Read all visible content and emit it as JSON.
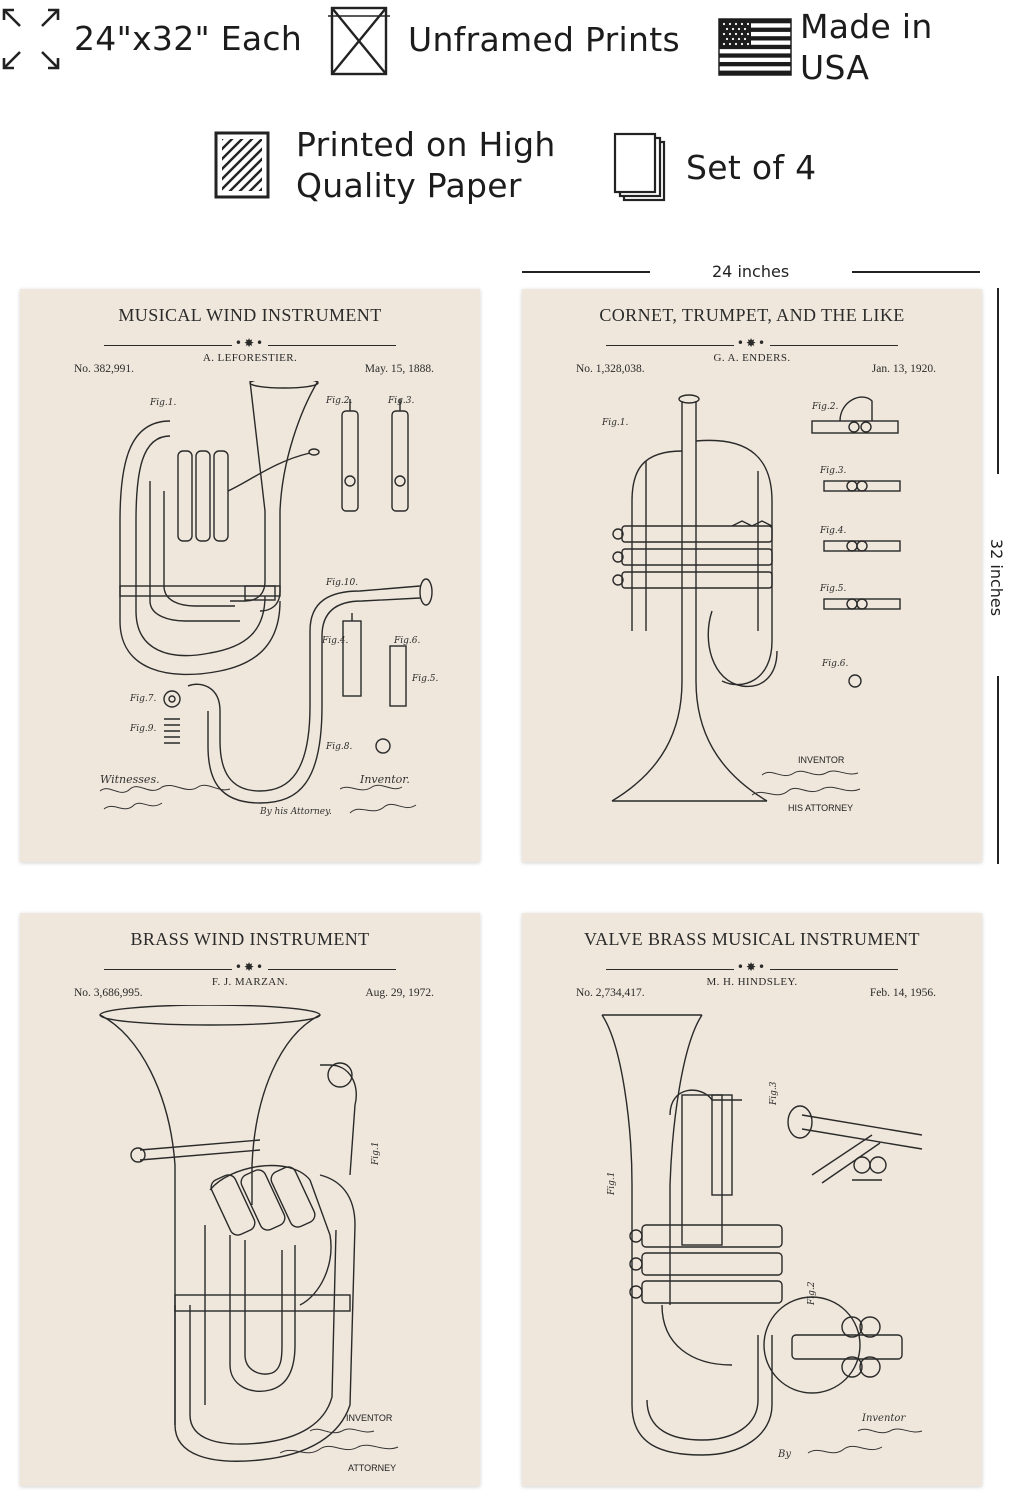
{
  "features": {
    "size_label": "24\"x32\" Each",
    "unframed_label": "Unframed Prints",
    "origin_label": "Made in USA",
    "paper_label_line1": "Printed on High",
    "paper_label_line2": "Quality Paper",
    "set_label": "Set of 4"
  },
  "dimensions": {
    "width_label": "24 inches",
    "height_label": "32 inches"
  },
  "prints": [
    {
      "title": "MUSICAL WIND INSTRUMENT",
      "inventor": "A. LEFORESTIER.",
      "patent_no": "No. 382,991.",
      "date": "May. 15, 1888.",
      "ornament": "•✸•",
      "fig_labels": [
        "Fig.1.",
        "Fig.2.",
        "Fig.3.",
        "Fig.10.",
        "Fig.4.",
        "Fig.6.",
        "Fig.5.",
        "Fig.7.",
        "Fig.9.",
        "Fig.8."
      ],
      "witnesses_label": "Witnesses.",
      "inventor_label": "Inventor.",
      "attorney_label": "By his Attorney."
    },
    {
      "title": "CORNET, TRUMPET, AND THE LIKE",
      "inventor": "G. A. ENDERS.",
      "patent_no": "No. 1,328,038.",
      "date": "Jan. 13, 1920.",
      "ornament": "•✸•",
      "fig_labels": [
        "Fig.1.",
        "Fig.2.",
        "Fig.3.",
        "Fig.4.",
        "Fig.5.",
        "Fig.6."
      ],
      "inventor_label": "INVENTOR",
      "attorney_label": "HIS ATTORNEY"
    },
    {
      "title": "BRASS WIND INSTRUMENT",
      "inventor": "F. J. MARZAN.",
      "patent_no": "No. 3,686,995.",
      "date": "Aug. 29, 1972.",
      "ornament": "•✸•",
      "fig_labels": [
        "Fig.1"
      ],
      "inventor_label": "INVENTOR",
      "attorney_label": "ATTORNEY"
    },
    {
      "title": "VALVE BRASS MUSICAL INSTRUMENT",
      "inventor": "M. H. HINDSLEY.",
      "patent_no": "No. 2,734,417.",
      "date": "Feb. 14, 1956.",
      "ornament": "•✸•",
      "fig_labels": [
        "Fig.1",
        "Fig.2",
        "Fig.3"
      ],
      "inventor_label": "Inventor",
      "attorney_label": "By"
    }
  ],
  "icons": {
    "size": "expand-arrows-icon",
    "unframed": "crossed-frame-icon",
    "origin": "us-flag-icon",
    "paper": "hatched-paper-icon",
    "set": "stacked-sheets-icon"
  },
  "colors": {
    "print_background": "#efe7dc",
    "ink": "#2a2a2a"
  }
}
